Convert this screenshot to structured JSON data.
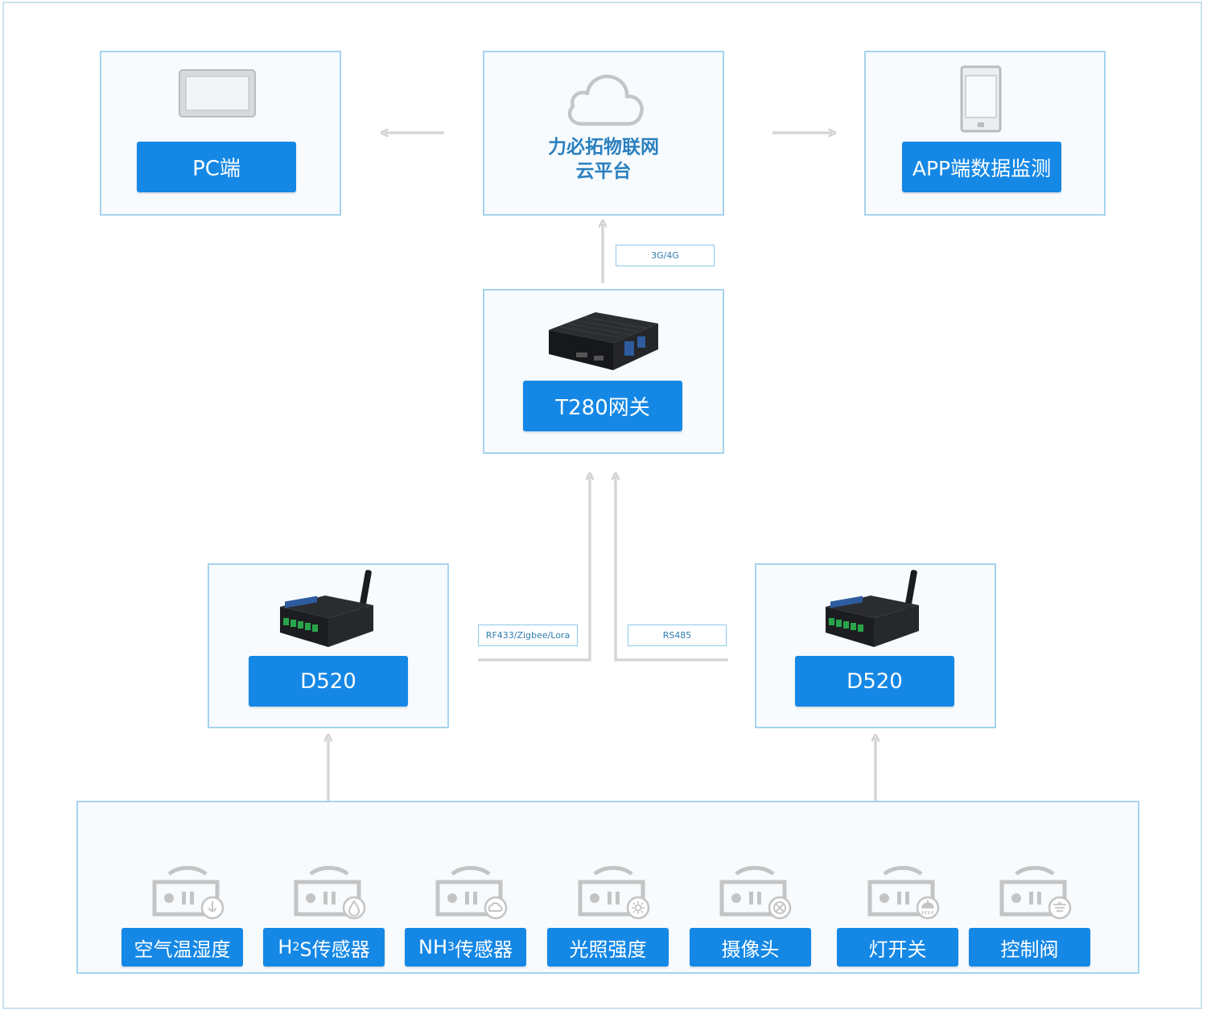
{
  "top": {
    "pc_label": "PC端",
    "cloud_line1": "力必拓物联网",
    "cloud_line2": "云平台",
    "app_label": "APP端数据监测"
  },
  "gateway": {
    "label": "T280网关",
    "link_up": "3G/4G"
  },
  "nodes": {
    "left_label": "D520",
    "right_label": "D520",
    "link_left": "RF433/Zigbee/Lora",
    "link_right": "RS485"
  },
  "sensors": [
    {
      "label": "空气温湿度",
      "icon": "thermometer-drop-icon"
    },
    {
      "label_main": "H",
      "label_sub": "2",
      "label_rest": "S传感器",
      "icon": "water-drop-icon"
    },
    {
      "label_main": "NH",
      "label_sub": "3",
      "label_rest": "传感器",
      "icon": "cloud-icon"
    },
    {
      "label": "光照强度",
      "icon": "sun-icon"
    },
    {
      "label": "摄像头",
      "icon": "fan-icon"
    },
    {
      "label": "灯开关",
      "icon": "shower-icon"
    },
    {
      "label": "控制阀",
      "icon": "valve-icon"
    }
  ],
  "colors": {
    "accent": "#1588e6",
    "box_border": "#a7d3ec",
    "arrow": "#d6d6d6",
    "cloud_text": "#2a7fbf"
  }
}
